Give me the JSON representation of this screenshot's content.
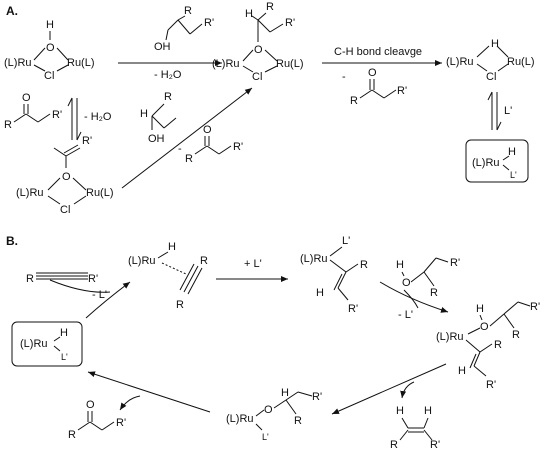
{
  "panel_a": {
    "label": "A.",
    "dimer": {
      "left": "(L)Ru",
      "right": "Ru(L)",
      "o": "O",
      "h": "H",
      "cl": "Cl"
    },
    "step1": {
      "oh": "OH",
      "r": "R",
      "rp": "R'",
      "below": "- H₂O"
    },
    "alkoxo": {
      "left": "(L)Ru",
      "right": "Ru(L)",
      "o": "O",
      "cl": "Cl",
      "h": "H",
      "r": "R",
      "rp": "R'"
    },
    "step2": {
      "above": "C-H bond cleavge",
      "minus": "-",
      "o": "O",
      "r": "R",
      "rp": "R'"
    },
    "hydride_dimer": {
      "left": "(L)Ru",
      "right": "Ru(L)",
      "h": "H",
      "cl": "Cl"
    },
    "equil_l": "L'",
    "boxed": {
      "ru": "(L)Ru",
      "h": "H",
      "l": "L'"
    },
    "ketone_left": {
      "o": "O",
      "r": "R",
      "rp": "R'",
      "minus": "- H₂O"
    },
    "enolate": {
      "left": "(L)Ru",
      "right": "Ru(L)",
      "o": "O",
      "cl": "Cl",
      "rp": "R'"
    },
    "mid_alcohol": {
      "r": "R",
      "h": "H",
      "oh": "OH"
    },
    "mid_ketone": {
      "minus": "-",
      "o": "O",
      "r": "R",
      "rp": "R'"
    }
  },
  "panel_b": {
    "label": "B.",
    "alkyne": {
      "r": "R",
      "rp": "R'"
    },
    "minus_l": "- L'",
    "pi_complex": {
      "ru": "(L)Ru",
      "h": "H",
      "r_top": "R",
      "r_bot": "R"
    },
    "plus_l": "+ L'",
    "vinyl": {
      "ru": "(L)Ru",
      "l": "L'",
      "r": "R",
      "h": "H",
      "rp": "R'"
    },
    "alcohol": {
      "h": "H",
      "o": "O",
      "r": "R",
      "rp": "R'"
    },
    "minus_l2": "- L'",
    "alkoxo_vinyl": {
      "ru": "(L)Ru",
      "h": "H",
      "o": "O",
      "rp": "R'",
      "r": "R",
      "r2": "R",
      "h2": "H",
      "rp2": "R'"
    },
    "alkene": {
      "h1": "H",
      "h2": "H",
      "r": "R",
      "rp": "R'"
    },
    "alkoxide": {
      "ru": "(L)Ru",
      "o": "O",
      "h": "H",
      "l": "L'",
      "r": "R",
      "rp": "R'"
    },
    "ketone": {
      "o": "O",
      "r": "R",
      "rp": "R'"
    },
    "boxed": {
      "ru": "(L)Ru",
      "h": "H",
      "l": "L'"
    }
  }
}
